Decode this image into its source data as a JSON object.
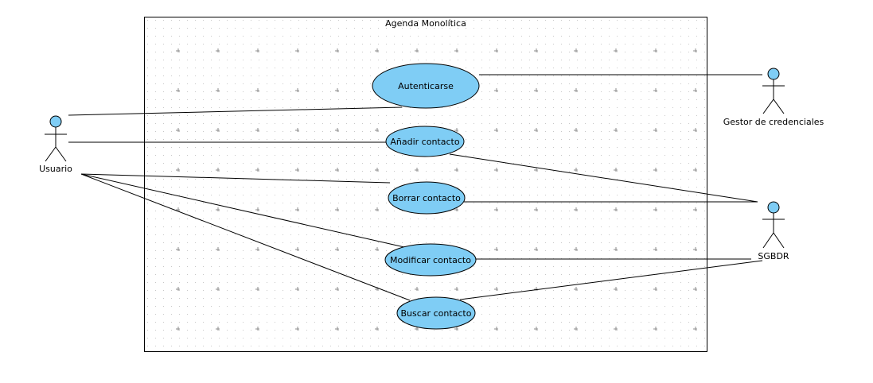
{
  "system": {
    "title": "Agenda Monolítica"
  },
  "actors": {
    "usuario": {
      "label": "Usuario"
    },
    "gestor": {
      "label": "Gestor de credenciales"
    },
    "sgbdr": {
      "label": "SGBDR"
    }
  },
  "use_cases": {
    "autenticarse": {
      "label": "Autenticarse"
    },
    "anadir": {
      "label": "Añadir contacto"
    },
    "borrar": {
      "label": "Borrar contacto"
    },
    "modificar": {
      "label": "Modificar contacto"
    },
    "buscar": {
      "label": "Buscar contacto"
    }
  },
  "colors": {
    "use_case_fill": "#7fcdf5",
    "actor_head_fill": "#7fcdf5",
    "stroke": "#000000",
    "grid_dot": "#c8c8c8",
    "grid_plus": "#8c8c8c"
  }
}
